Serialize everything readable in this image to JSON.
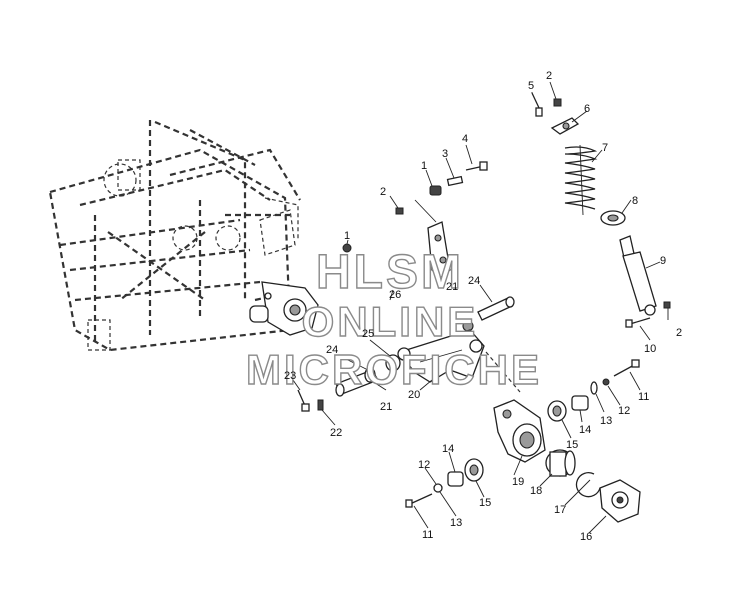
{
  "watermark": {
    "line1": "HLSM",
    "line2": "ONLINE",
    "line3": "MICROFICHE"
  },
  "callouts": [
    {
      "id": "c-5",
      "text": "5"
    },
    {
      "id": "c-2a",
      "text": "2"
    },
    {
      "id": "c-6",
      "text": "6"
    },
    {
      "id": "c-7",
      "text": "7"
    },
    {
      "id": "c-8",
      "text": "8"
    },
    {
      "id": "c-9",
      "text": "9"
    },
    {
      "id": "c-2b",
      "text": "2"
    },
    {
      "id": "c-10",
      "text": "10"
    },
    {
      "id": "c-4",
      "text": "4"
    },
    {
      "id": "c-3",
      "text": "3"
    },
    {
      "id": "c-1a",
      "text": "1"
    },
    {
      "id": "c-2c",
      "text": "2"
    },
    {
      "id": "c-1b",
      "text": "1"
    },
    {
      "id": "c-26",
      "text": "26"
    },
    {
      "id": "c-21a",
      "text": "21"
    },
    {
      "id": "c-24a",
      "text": "24"
    },
    {
      "id": "c-25",
      "text": "25"
    },
    {
      "id": "c-24b",
      "text": "24"
    },
    {
      "id": "c-23",
      "text": "23"
    },
    {
      "id": "c-20",
      "text": "20"
    },
    {
      "id": "c-21b",
      "text": "21"
    },
    {
      "id": "c-22",
      "text": "22"
    },
    {
      "id": "c-11a",
      "text": "11"
    },
    {
      "id": "c-12a",
      "text": "12"
    },
    {
      "id": "c-13a",
      "text": "13"
    },
    {
      "id": "c-14a",
      "text": "14"
    },
    {
      "id": "c-15a",
      "text": "15"
    },
    {
      "id": "c-14b",
      "text": "14"
    },
    {
      "id": "c-12b",
      "text": "12"
    },
    {
      "id": "c-19",
      "text": "19"
    },
    {
      "id": "c-18",
      "text": "18"
    },
    {
      "id": "c-15b",
      "text": "15"
    },
    {
      "id": "c-13b",
      "text": "13"
    },
    {
      "id": "c-17",
      "text": "17"
    },
    {
      "id": "c-11b",
      "text": "11"
    },
    {
      "id": "c-16",
      "text": "16"
    }
  ]
}
